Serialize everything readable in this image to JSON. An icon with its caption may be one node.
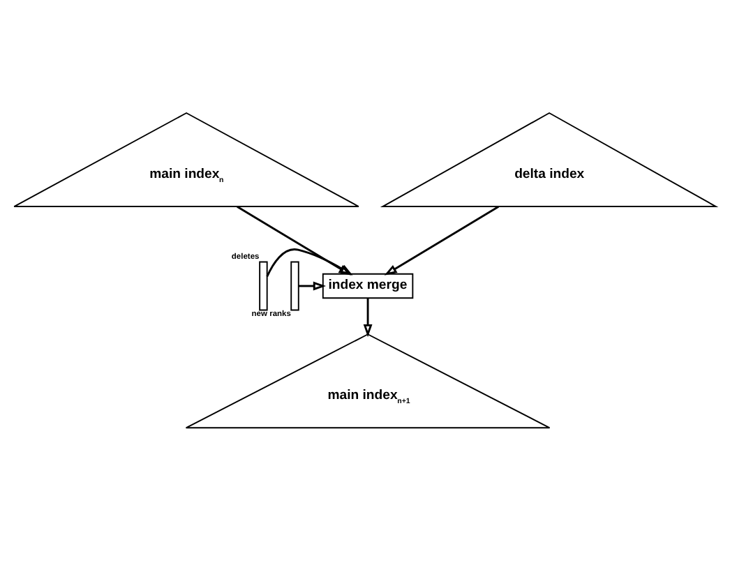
{
  "diagram": {
    "nodes": [
      {
        "text": [
          "main index$_{n}$"
        ]
      },
      {
        "text": [
          "delta index"
        ]
      },
      {
        "text": [],
        "shape": "bar",
        "beside": [
          "deletes"
        ]
      },
      {
        "text": [
          "index merge"
        ]
      },
      {
        "text": [],
        "shape": "bar",
        "beside": [
          "new ranks"
        ]
      },
      {
        "text": [
          "main index$_{n+1}$"
        ]
      }
    ],
    "edges": [
      {
        "from": 0,
        "to": 3,
        "arrow": "to"
      },
      {
        "from": 1,
        "to": 3,
        "arrow": "to"
      },
      {
        "from": 2,
        "to": 3,
        "arrow": "to"
      },
      {
        "from": 4,
        "to": 3,
        "arrow": "to"
      },
      {
        "from": 3,
        "to": 5,
        "arrow": "to"
      }
    ]
  }
}
